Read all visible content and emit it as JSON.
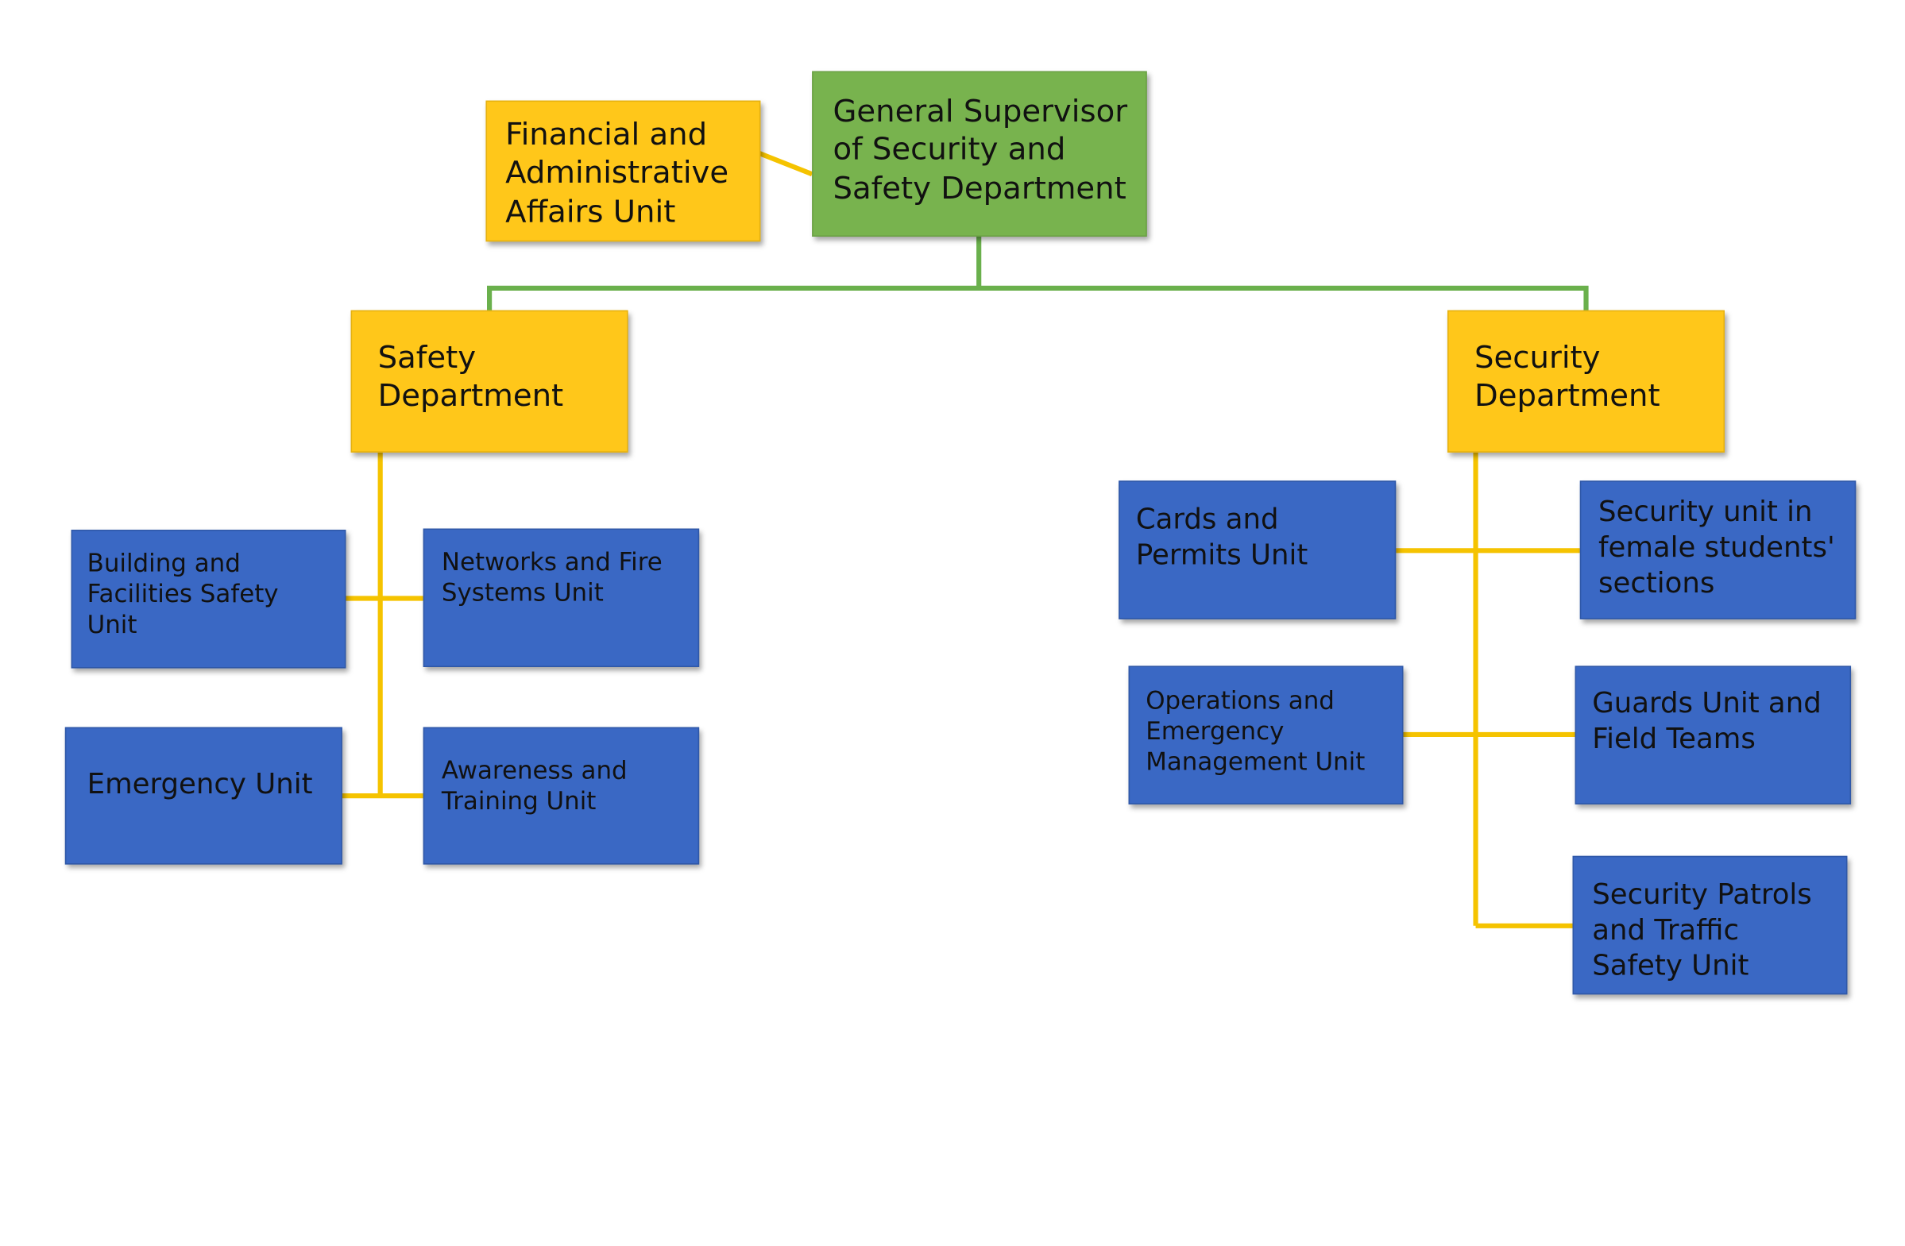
{
  "colors": {
    "root_fill": "#78b34e",
    "department_fill": "#ffc71a",
    "unit_fill": "#3a68c4",
    "green_connector": "#6ab04c",
    "yellow_connector": "#f5c300",
    "text": "#111111"
  },
  "root": {
    "label": "General Supervisor\nof Security and\nSafety Department"
  },
  "finance": {
    "label": "Financial and\nAdministrative\nAffairs Unit"
  },
  "safety": {
    "label": "Safety\nDepartment",
    "units": {
      "building": "Building and\nFacilities Safety\nUnit",
      "networks": "Networks and Fire\nSystems Unit",
      "emergency": "Emergency Unit",
      "awareness": "Awareness and\nTraining Unit"
    }
  },
  "security": {
    "label": "Security\nDepartment",
    "units": {
      "cards": "Cards and\nPermits Unit",
      "female": "Security unit in\nfemale students'\nsections",
      "operations": "Operations and\nEmergency\nManagement Unit",
      "guards": "Guards Unit and\nField Teams",
      "patrols": "Security Patrols\nand Traffic\nSafety Unit"
    }
  }
}
